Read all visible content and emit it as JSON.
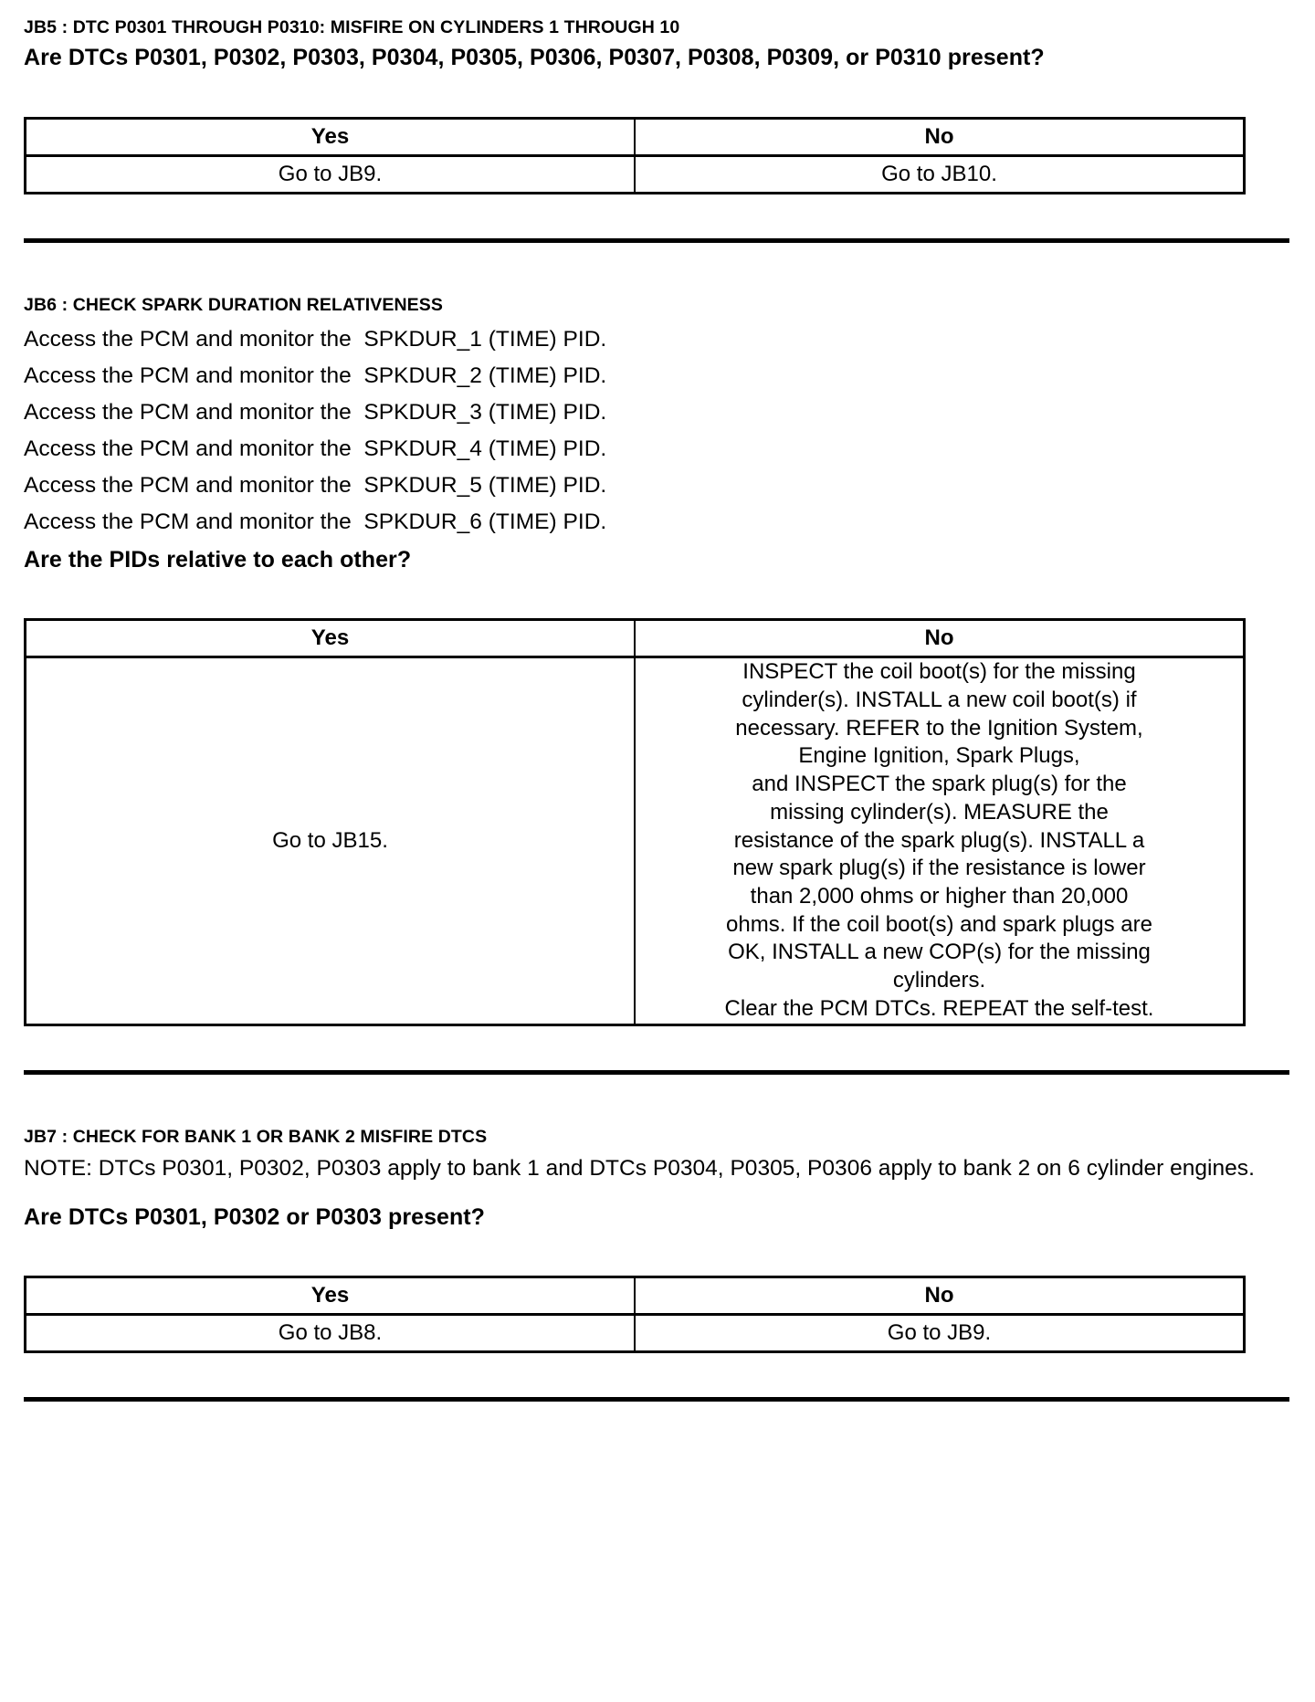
{
  "sections": [
    {
      "id": "JB5",
      "heading": "JB5 : DTC P0301 THROUGH P0310: MISFIRE ON CYLINDERS 1 THROUGH 10",
      "question": "Are DTCs P0301, P0302, P0303, P0304, P0305, P0306, P0307, P0308, P0309, or P0310 present?",
      "table": {
        "headers": [
          "Yes",
          "No"
        ],
        "row": [
          "Go to JB9.",
          "Go to JB10."
        ]
      }
    },
    {
      "id": "JB6",
      "heading": "JB6 : CHECK SPARK DURATION RELATIVENESS",
      "steps": [
        "Access the PCM and monitor the  SPKDUR_1 (TIME) PID.",
        "Access the PCM and monitor the  SPKDUR_2 (TIME) PID.",
        "Access the PCM and monitor the  SPKDUR_3 (TIME) PID.",
        "Access the PCM and monitor the  SPKDUR_4 (TIME) PID.",
        "Access the PCM and monitor the  SPKDUR_5 (TIME) PID.",
        "Access the PCM and monitor the  SPKDUR_6 (TIME) PID."
      ],
      "question": "Are the PIDs relative to each other?",
      "table": {
        "headers": [
          "Yes",
          "No"
        ],
        "yes_cell": "Go to JB15.",
        "no_cell_lines": [
          "INSPECT the coil boot(s) for the missing",
          "cylinder(s). INSTALL a new coil boot(s) if",
          "necessary. REFER to the Ignition System,",
          "Engine Ignition, Spark Plugs,",
          "and INSPECT the spark plug(s) for the",
          "missing cylinder(s). MEASURE the",
          "resistance of the spark plug(s). INSTALL a",
          "new spark plug(s) if the resistance is lower",
          "than 2,000 ohms or higher than 20,000",
          "ohms. If the coil boot(s) and spark plugs are",
          "OK, INSTALL a new COP(s) for the missing",
          "cylinders.",
          "Clear the PCM DTCs. REPEAT the self-test."
        ]
      }
    },
    {
      "id": "JB7",
      "heading": "JB7 : CHECK FOR BANK 1 OR BANK 2 MISFIRE DTCS",
      "note": "NOTE:  DTCs P0301, P0302, P0303 apply to bank 1 and DTCs P0304, P0305, P0306 apply to bank 2 on 6 cylinder engines.",
      "question": "Are DTCs P0301, P0302 or P0303 present?",
      "table": {
        "headers": [
          "Yes",
          "No"
        ],
        "row": [
          "Go to JB8.",
          "Go to JB9."
        ]
      }
    }
  ],
  "colors": {
    "text": "#000000",
    "background": "#ffffff",
    "rule": "#000000"
  }
}
